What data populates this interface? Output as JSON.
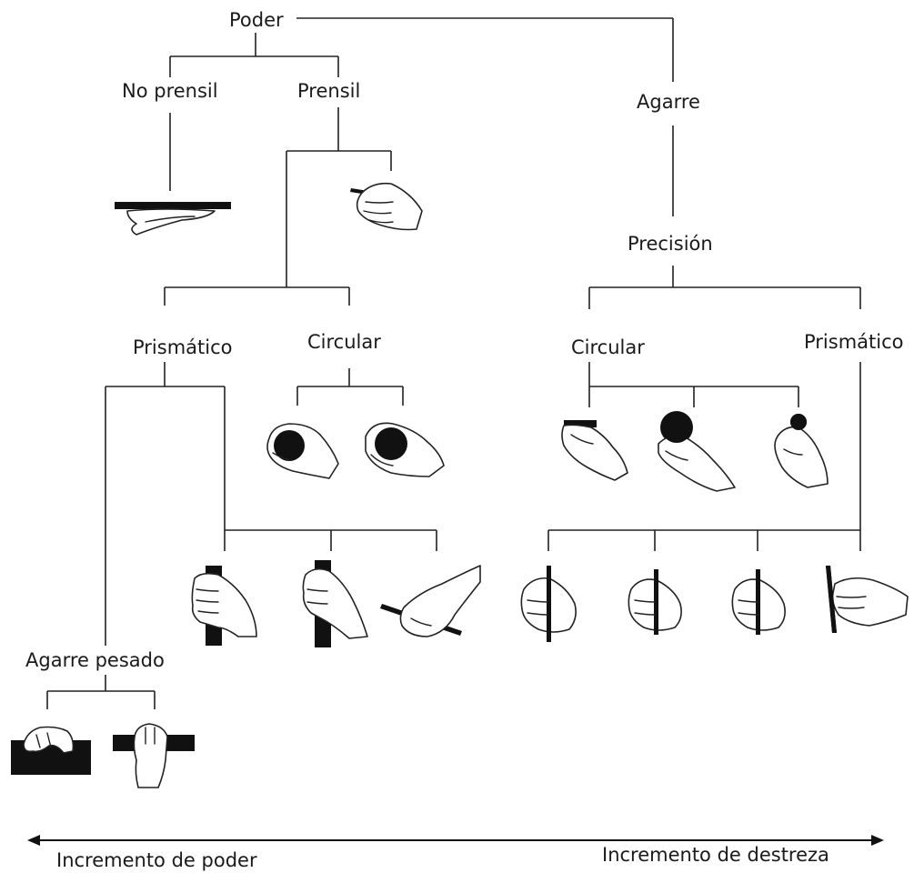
{
  "labels": {
    "poder": "Poder",
    "no_prensil": "No prensil",
    "prensil": "Prensil",
    "agarre": "Agarre",
    "precision": "Precisión",
    "prismatico_power": "Prismático",
    "circular_power": "Circular",
    "circular_precision": "Circular",
    "prismatico_precision": "Prismático",
    "agarre_pesado": "Agarre pesado"
  },
  "axis": {
    "left_label": "Incremento de poder",
    "right_label": "Incremento de destreza"
  },
  "colors": {
    "line": "#222222",
    "object": "#111111"
  }
}
